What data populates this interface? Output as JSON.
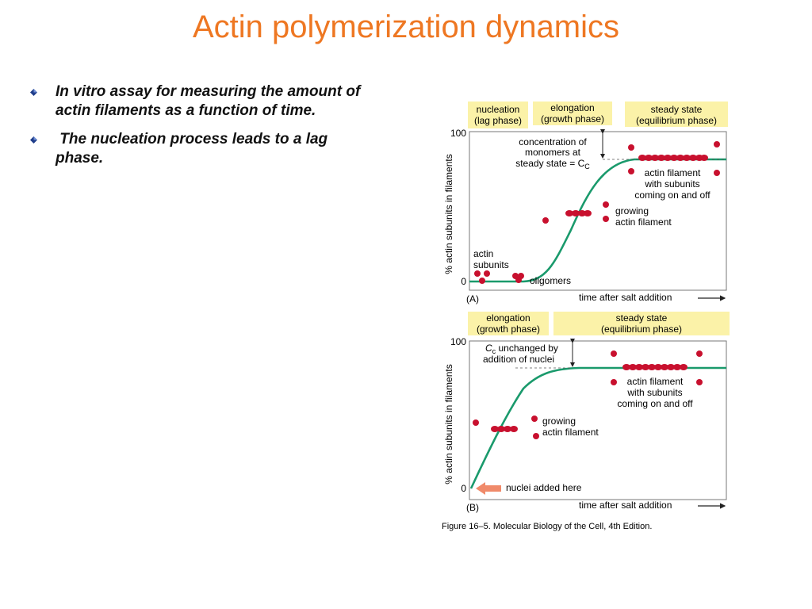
{
  "slide": {
    "title": "Actin polymerization dynamics",
    "bullets": [
      "In vitro assay for measuring the amount of actin filaments as a function of time.",
      " The nucleation process leads to a lag phase."
    ]
  },
  "figure": {
    "panel_a": {
      "phases": [
        {
          "line1": "nucleation",
          "line2": "(lag phase)"
        },
        {
          "line1": "elongation",
          "line2": "(growth phase)"
        },
        {
          "line1": "steady state",
          "line2": "(equilibrium phase)"
        }
      ],
      "ylabel": "% actin subunits in filaments",
      "xlabel": "time after salt addition",
      "y_top": "100",
      "y_bottom": "0",
      "panel_label": "(A)",
      "ann_cc": [
        "concentration of",
        "monomers at",
        "steady state = C"
      ],
      "ann_cc_sub": "C",
      "ann_steady": [
        "actin filament",
        "with subunits",
        "coming on and off"
      ],
      "ann_growing": [
        "growing",
        "actin filament"
      ],
      "ann_subunits": [
        "actin",
        "subunits"
      ],
      "ann_oligomers": "oligomers"
    },
    "panel_b": {
      "phases": [
        {
          "line1": "elongation",
          "line2": "(growth phase)"
        },
        {
          "line1": "steady state",
          "line2": "(equilibrium phase)"
        }
      ],
      "ylabel": "% actin subunits in filaments",
      "xlabel": "time after salt addition",
      "y_top": "100",
      "y_bottom": "0",
      "panel_label": "(B)",
      "ann_cc": [
        "C unchanged by",
        "addition of nuclei"
      ],
      "ann_cc_sub": "C",
      "ann_steady": [
        "actin filament",
        "with subunits",
        "coming on and off"
      ],
      "ann_growing": [
        "growing",
        "actin filament"
      ],
      "ann_nuclei": "nuclei added here"
    },
    "caption": "Figure 16–5. Molecular Biology of the Cell, 4th Edition.",
    "colors": {
      "curve": "#1a9a6c",
      "phase_box": "#fbf2a8",
      "subunit": "#c8102e",
      "arrow_nuclei": "#f08a6a",
      "title": "#ee7722"
    }
  }
}
